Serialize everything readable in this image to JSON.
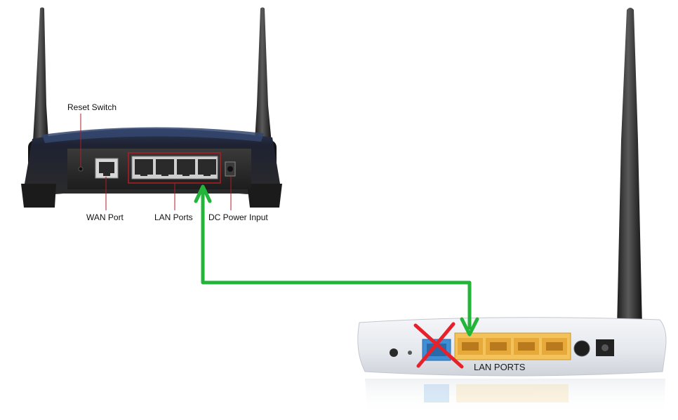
{
  "router_a": {
    "labels": {
      "reset_switch": "Reset Switch",
      "wan_port": "WAN Port",
      "lan_ports": "LAN Ports",
      "dc_power_input": "DC Power Input"
    },
    "lan_port_count": 4
  },
  "router_b": {
    "labels": {
      "lan_ports": "LAN PORTS"
    },
    "lan_port_count": 4,
    "wan_port_status": "crossed-out"
  },
  "connection": {
    "from": "router_a.lan_ports",
    "to": "router_b.lan_ports",
    "arrow_ends": "both"
  },
  "colors": {
    "connector": "#22b53a",
    "cross_mark": "#e8202a",
    "callout_box": "#b01c24",
    "callout_line": "#b01c24",
    "router_b_lan_panel": "#f3c25a",
    "router_b_wan_port": "#3f8fd6"
  }
}
